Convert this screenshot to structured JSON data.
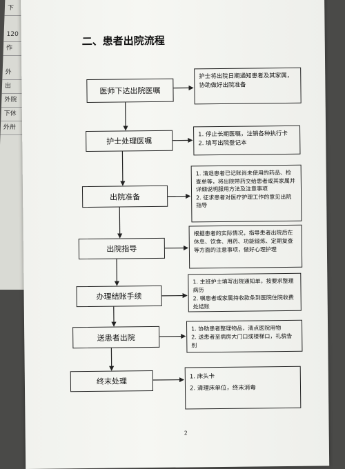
{
  "under_page": {
    "labels": [
      "下",
      "120",
      "作",
      "外",
      "出",
      "外院",
      "下休",
      "外卅"
    ]
  },
  "title": "二、患者出院流程",
  "steps": [
    {
      "label": "医师下达出院医嘱"
    },
    {
      "label": "护士处理医嘱"
    },
    {
      "label": "出院准备"
    },
    {
      "label": "出院指导"
    },
    {
      "label": "办理结账手续"
    },
    {
      "label": "送患者出院"
    },
    {
      "label": "终末处理"
    }
  ],
  "notes": [
    {
      "lines": [
        "护士将出院日期通知患者及其家属，协助做好出院准备"
      ]
    },
    {
      "lines": [
        "1. 停止长期医嘱，注销各种执行卡",
        "2. 填写出院登记本"
      ]
    },
    {
      "lines": [
        "1. 清退患者已记账尚未使用的药品、检查单等，将出院带药交给患者或其家属并详细说明服用方法及注意事项",
        "2. 征求患者对医疗护理工作的意见出院指导"
      ]
    },
    {
      "lines": [
        "根据患者的实际情况，指导患者出院后在休息、饮食、用药、功能锻炼、定期复查等方面的注意事项，做好心理护理"
      ]
    },
    {
      "lines": [
        "1. 主班护士填写出院通知单，按要求整理病历",
        "2. 嘱患者或家属持收款条到医院住院收费处结账"
      ]
    },
    {
      "lines": [
        "1. 协助患者整理物品，清点医院用物",
        "2. 送患者至病房大门口或楼梯口，礼貌告别"
      ]
    },
    {
      "lines": [
        "1. 床头卡",
        "2. 清理床单位，终末消毒"
      ]
    }
  ],
  "page_number": "2"
}
